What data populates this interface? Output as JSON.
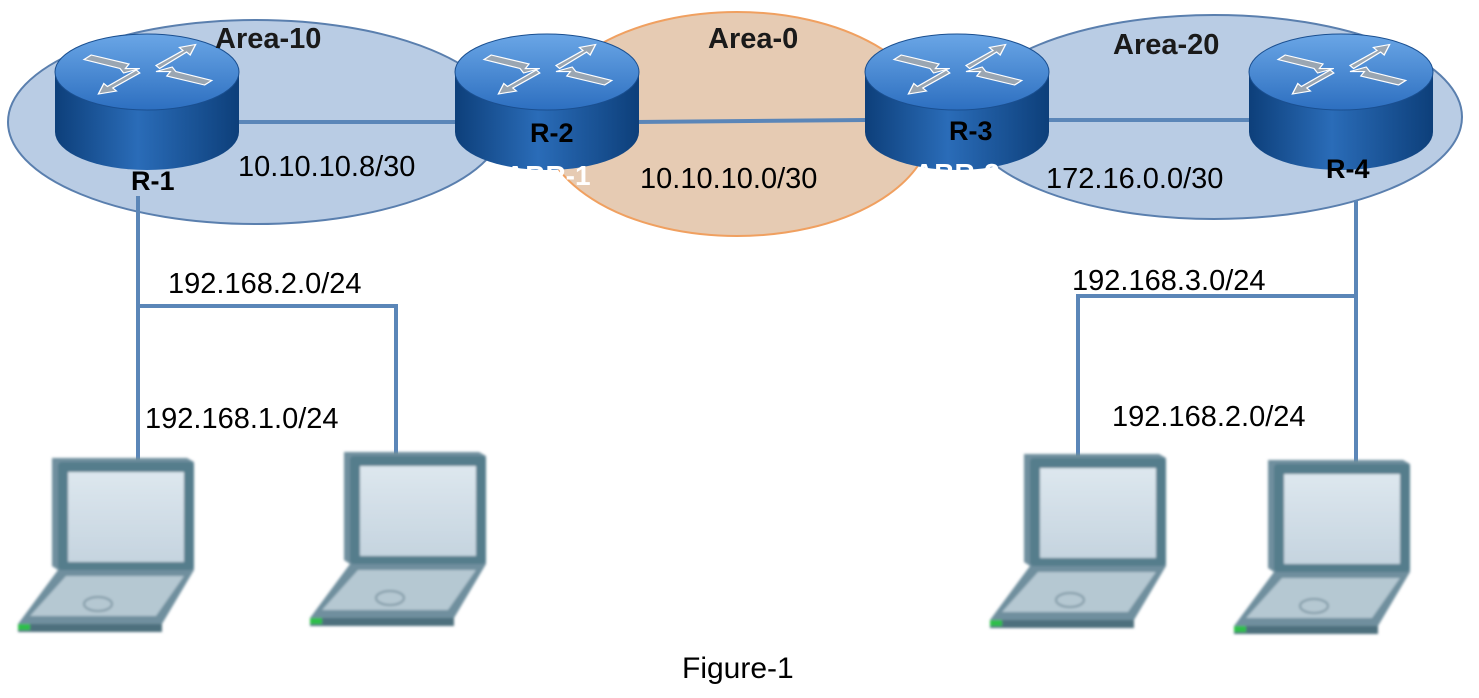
{
  "areas": {
    "area10": "Area-10",
    "area0": "Area-0",
    "area20": "Area-20"
  },
  "routers": {
    "r1": {
      "name": "R-1"
    },
    "r2": {
      "name": "R-2",
      "role": "ABR-1"
    },
    "r3": {
      "name": "R-3",
      "role": "ABR-2"
    },
    "r4": {
      "name": "R-4"
    }
  },
  "subnets": {
    "r1_r2": "10.10.10.8/30",
    "r2_r3": "10.10.10.0/30",
    "r3_r4": "172.16.0.0/30",
    "left_lan_a": "192.168.2.0/24",
    "left_lan_b": "192.168.1.0/24",
    "right_lan_a": "192.168.3.0/24",
    "right_lan_b": "192.168.2.0/24"
  },
  "caption": "Figure-1",
  "colors": {
    "area_side_fill": "#b9cce4",
    "area_backbone_fill": "#e6cbb3",
    "area_backbone_stroke": "#f0a060",
    "link": "#5b86b8",
    "router_body": "#1f5fa8"
  }
}
